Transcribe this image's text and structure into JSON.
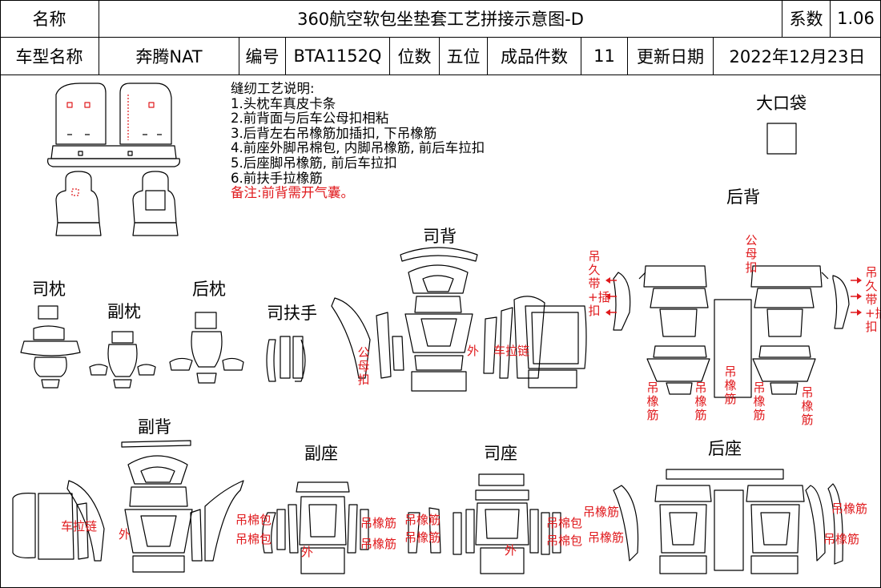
{
  "header": {
    "name_label": "名称",
    "title": "360航空软包坐垫套工艺拼接示意图-D",
    "coef_label": "系数",
    "coef_value": "1.06",
    "model_label": "车型名称",
    "model_value": "奔腾NAT",
    "code_label": "编号",
    "code_value": "BTA1152Q",
    "seats_label": "位数",
    "seats_value": "五位",
    "pieces_label": "成品件数",
    "pieces_value": "11",
    "date_label": "更新日期",
    "date_value": "2022年12月23日"
  },
  "notes": {
    "heading": "缝纫工艺说明:",
    "items": [
      "1.头枕车真皮卡条",
      "2.前背面与后车公母扣相粘",
      "3.后背左右吊橡筋加插扣, 下吊橡筋",
      "4.前座外脚吊棉包, 内脚吊橡筋, 前后车拉扣",
      "5.后座脚吊橡筋, 前后车拉扣",
      "6.前扶手拉橡筋"
    ],
    "remark": "备注:前背需开气囊。"
  },
  "sections": {
    "big_bag": "大口袋",
    "rear_back": "后背",
    "driver_back": "司背",
    "driver_headrest": "司枕",
    "passenger_headrest": "副枕",
    "rear_headrest": "后枕",
    "driver_armrest": "司扶手",
    "passenger_back": "副背",
    "passenger_seat": "副座",
    "driver_seat": "司座",
    "rear_seat": "后座"
  },
  "annotations": {
    "snap_female": "公母扣",
    "outer": "外",
    "zipper": "车拉链",
    "elastic": "吊橡筋",
    "cotton": "吊棉包",
    "hook_insert": "吊久带+插扣",
    "male_female": "公母扣"
  },
  "colors": {
    "annotation": "#e0191c",
    "line": "#000000"
  }
}
